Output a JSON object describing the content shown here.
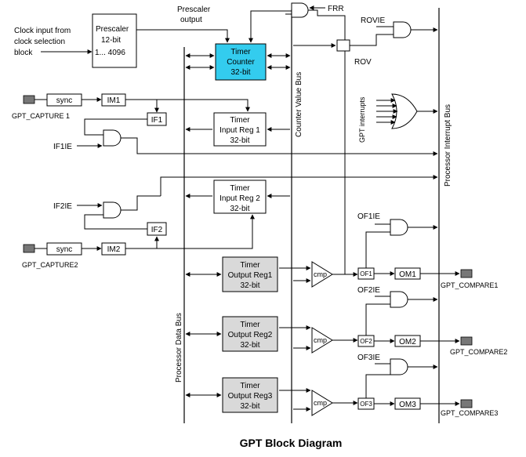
{
  "caption": "GPT Block Diagram",
  "clock_input": [
    "Clock input from",
    "clock selection",
    "block"
  ],
  "prescaler": [
    "Prescaler",
    "12-bit",
    "1...  4096"
  ],
  "prescaler_output": [
    "Prescaler",
    "output"
  ],
  "timer_counter": [
    "Timer",
    "Counter",
    "32-bit"
  ],
  "frr": "FRR",
  "rovie": "ROVIE",
  "rov": "ROV",
  "gpt_interrupts": "GPT interrupts",
  "processor_interrupt_bus": "Processor Interrupt Bus",
  "counter_value_bus": "Counter Value Bus",
  "processor_data_bus": "Processor Data Bus",
  "capture1": {
    "sync": "sync",
    "im": "IM1",
    "if": "IF1",
    "ifie": "IF1IE",
    "port": "GPT_CAPTURE 1"
  },
  "capture2": {
    "sync": "sync",
    "im": "IM2",
    "if": "IF2",
    "ifie": "IF2IE",
    "port": "GPT_CAPTURE2"
  },
  "input_reg1": [
    "Timer",
    "Input Reg 1",
    "32-bit"
  ],
  "input_reg2": [
    "Timer",
    "Input Reg 2",
    "32-bit"
  ],
  "output_regs": [
    {
      "lines": [
        "Timer",
        "Output Reg1",
        "32-bit"
      ],
      "cmp": "cmp",
      "of": "OF1",
      "om": "OM1",
      "ofie": "OF1IE",
      "port": "GPT_COMPARE1"
    },
    {
      "lines": [
        "Timer",
        "Output Reg2",
        "32-bit"
      ],
      "cmp": "cmp",
      "of": "OF2",
      "om": "OM2",
      "ofie": "OF2IE",
      "port": "GPT_COMPARE2"
    },
    {
      "lines": [
        "Timer",
        "Output Reg3",
        "32-bit"
      ],
      "cmp": "cmp",
      "of": "OF3",
      "om": "OM3",
      "ofie": "OF3IE",
      "port": "GPT_COMPARE3"
    }
  ]
}
